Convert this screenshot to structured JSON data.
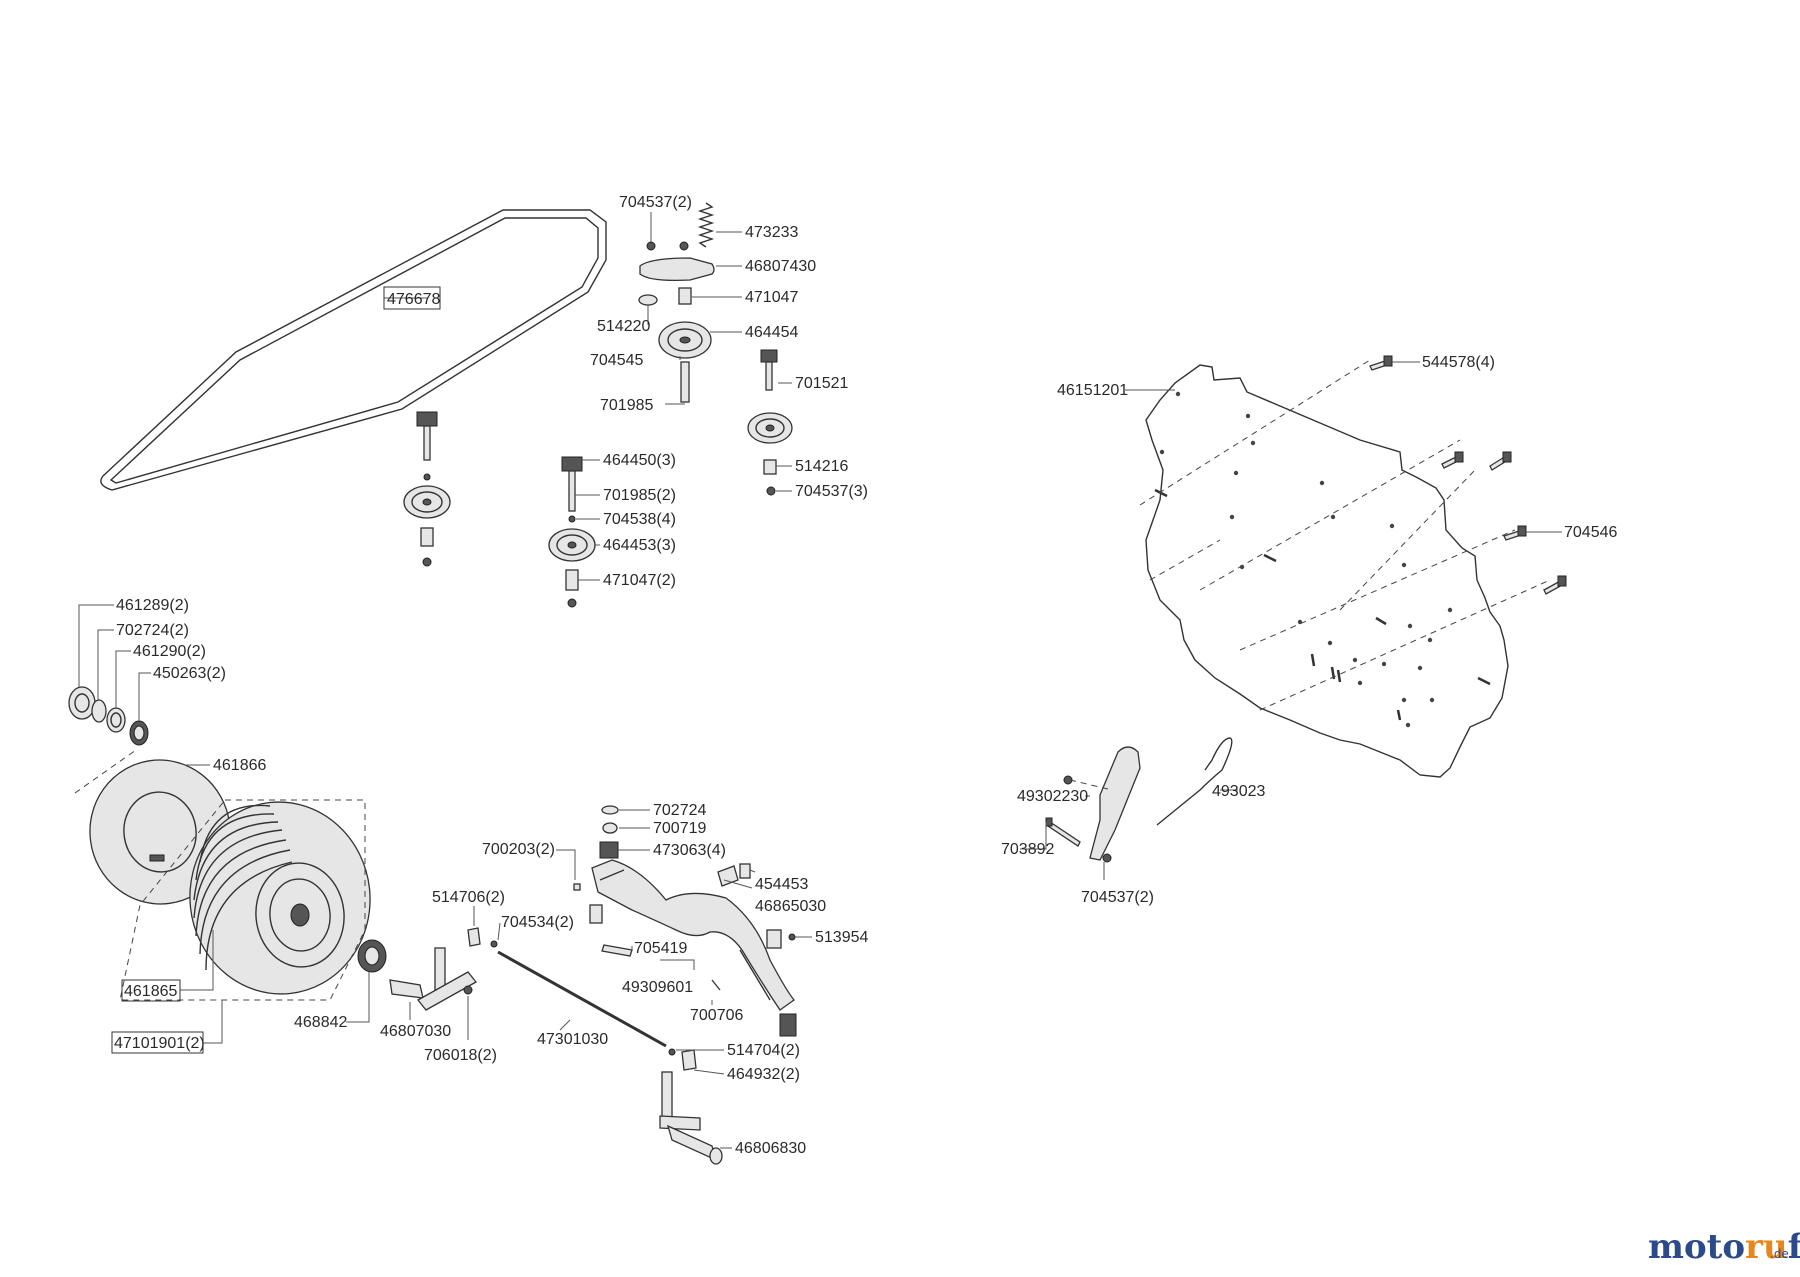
{
  "labels": {
    "p476678": "476678",
    "p704537_2_top": "704537(2)",
    "p473233": "473233",
    "p46807430": "46807430",
    "p471047": "471047",
    "p514220": "514220",
    "p464454": "464454",
    "p704545": "704545",
    "p701521": "701521",
    "p701985": "701985",
    "p464450_3": "464450(3)",
    "p514216": "514216",
    "p704537_3": "704537(3)",
    "p701985_2": "701985(2)",
    "p704538_4": "704538(4)",
    "p464453_3": "464453(3)",
    "p471047_2": "471047(2)",
    "p461289_2": "461289(2)",
    "p702724_2": "702724(2)",
    "p461290_2": "461290(2)",
    "p450263_2": "450263(2)",
    "p461866": "461866",
    "p461865": "461865",
    "p47101901_2": "47101901(2)",
    "p468842": "468842",
    "p46807030": "46807030",
    "p706018_2": "706018(2)",
    "p514706_2": "514706(2)",
    "p704534_2": "704534(2)",
    "p700203_2": "700203(2)",
    "p702724": "702724",
    "p700719": "700719",
    "p473063_4": "473063(4)",
    "p454453": "454453",
    "p46865030": "46865030",
    "p513954": "513954",
    "p705419": "705419",
    "p49309601": "49309601",
    "p700706": "700706",
    "p47301030": "47301030",
    "p514704_2": "514704(2)",
    "p464932_2": "464932(2)",
    "p46806830": "46806830",
    "p46151201": "46151201",
    "p544578_4": "544578(4)",
    "p704546": "704546",
    "p49302230": "49302230",
    "p703892": "703892",
    "p493023": "493023",
    "p704537_2_bot": "704537(2)"
  },
  "watermark": {
    "text_dark": "moto",
    "text_orange": "ru",
    "text_dark2": "f",
    "suffix": ".de",
    "color_dark": "#2b4a8a",
    "color_orange": "#e8861b"
  }
}
